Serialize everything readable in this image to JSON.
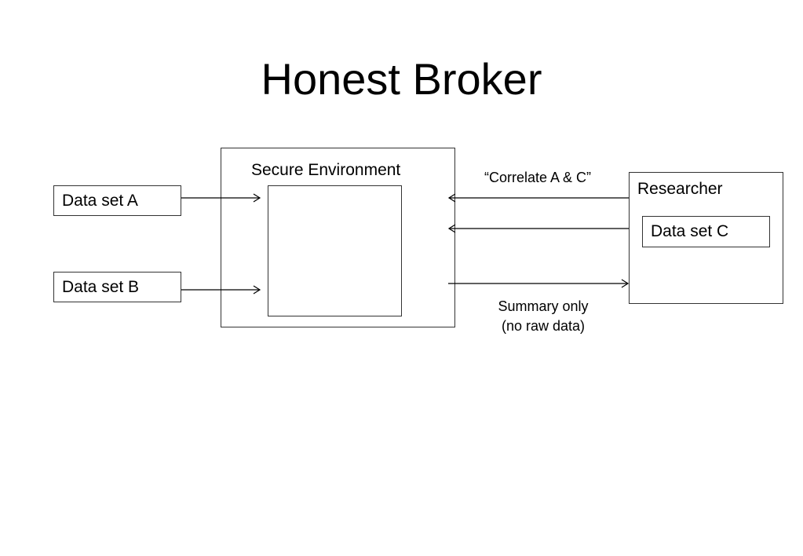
{
  "title": "Honest Broker",
  "diagram": {
    "secure_environment": {
      "label": "Secure Environment"
    },
    "data_set_a": {
      "label": "Data set A"
    },
    "data_set_b": {
      "label": "Data set B"
    },
    "researcher": {
      "label": "Researcher",
      "data_set_c": {
        "label": "Data set C"
      }
    },
    "request_label": "“Correlate A & C”",
    "response_label_line1": "Summary only",
    "response_label_line2": "(no raw data)"
  }
}
